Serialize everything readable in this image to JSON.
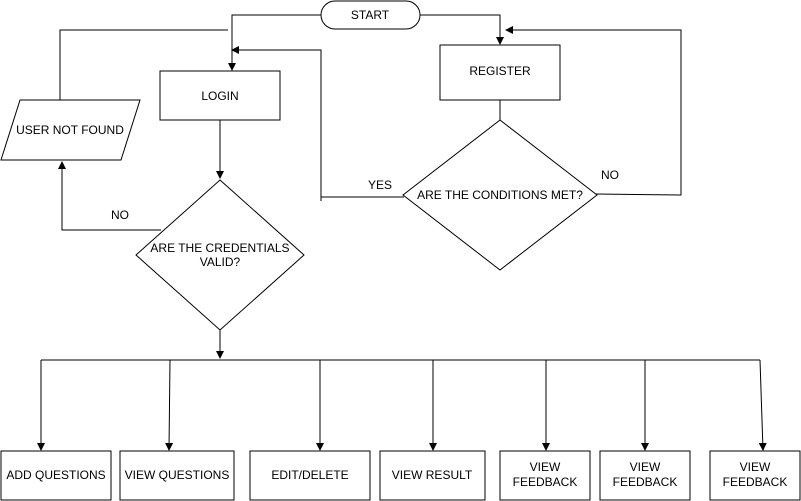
{
  "nodes": {
    "start": {
      "label": "START"
    },
    "login": {
      "label": "LOGIN"
    },
    "register": {
      "label": "REGISTER"
    },
    "user_not_found": {
      "label": "USER NOT FOUND"
    },
    "credentials": {
      "line1": "ARE THE CREDENTIALS",
      "line2": "VALID?"
    },
    "conditions": {
      "label": "ARE THE CONDITIONS MET?"
    },
    "add_questions": {
      "label": "ADD QUESTIONS"
    },
    "view_questions": {
      "label": "VIEW QUESTIONS"
    },
    "edit_delete": {
      "label": "EDIT/DELETE"
    },
    "view_result": {
      "label": "VIEW RESULT"
    },
    "view_feedback_1": {
      "line1": "VIEW",
      "line2": "FEEDBACK"
    },
    "view_feedback_2": {
      "line1": "VIEW",
      "line2": "FEEDBACK"
    },
    "view_feedback_3": {
      "line1": "VIEW",
      "line2": "FEEDBACK"
    }
  },
  "edges": {
    "credentials_no": "NO",
    "conditions_yes": "YES",
    "conditions_no": "NO"
  }
}
